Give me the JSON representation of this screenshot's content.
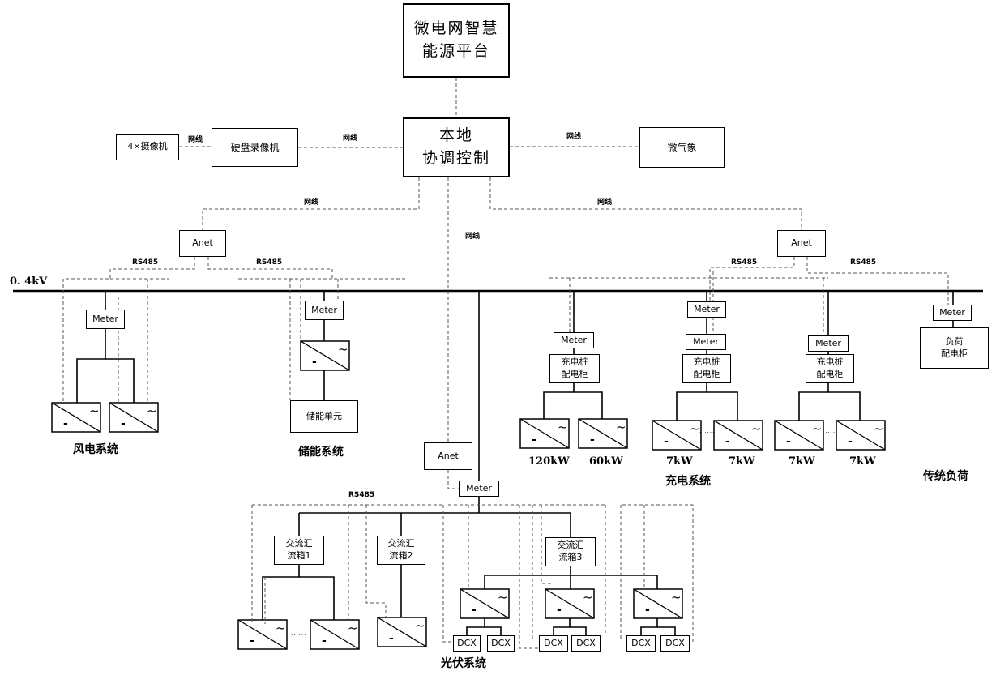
{
  "platform": "微电网智慧\n能源平台",
  "local_control": "本地\n协调控制",
  "camera": "4×摄像机",
  "nvr": "硬盘录像机",
  "weather": "微气象",
  "bus_label": "0. 4kV",
  "links": {
    "cam_nvr": "网线",
    "nvr_ctrl": "网线",
    "ctrl_weather": "网线",
    "ctrl_anet_left": "网线",
    "ctrl_anet_right": "网线",
    "ctrl_anet_pv": "网线",
    "rs485_wind": "RS485",
    "rs485_storage": "RS485",
    "rs485_charge": "RS485",
    "rs485_load": "RS485",
    "rs485_pv": "RS485"
  },
  "anet_left": "Anet",
  "anet_right": "Anet",
  "anet_pv": "Anet",
  "meter_label": "Meter",
  "wind": {
    "caption": "风电系统"
  },
  "storage": {
    "caption": "储能系统",
    "unit": "储能单元"
  },
  "charging": {
    "caption": "充电系统",
    "cabinet": "充电桩\n配电柜",
    "powers": [
      "120kW",
      "60kW",
      "7kW",
      "7kW",
      "7kW",
      "7kW"
    ]
  },
  "load": {
    "caption": "传统负荷",
    "cabinet": "负荷\n配电柜"
  },
  "pv": {
    "caption": "光伏系统",
    "combiners": [
      "交流汇\n流箱1",
      "交流汇\n流箱2",
      "交流汇\n流箱3"
    ],
    "dcx": "DCX"
  },
  "ellipsis": "······",
  "inverter_symbol": {
    "ac": "~",
    "dc": "-"
  }
}
